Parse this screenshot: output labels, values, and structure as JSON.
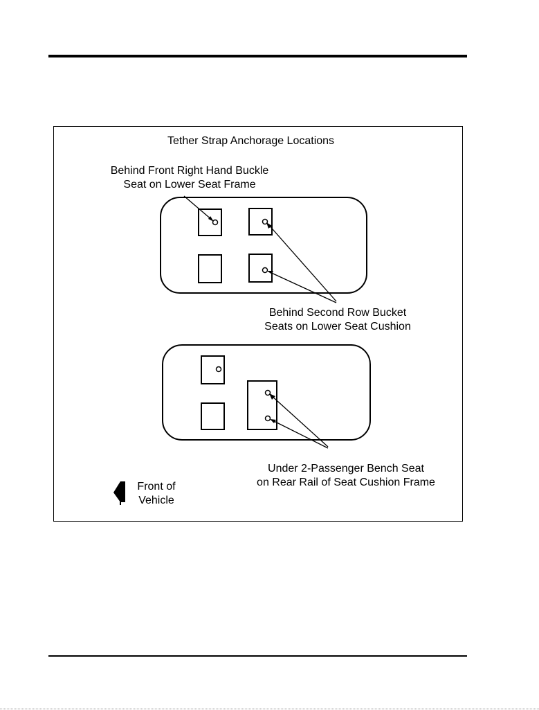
{
  "figure": {
    "title": "Tether Strap Anchorage Locations",
    "callouts": {
      "front_right": [
        "Behind Front Right Hand Buckle",
        "Seat on Lower Seat Frame"
      ],
      "second_row": [
        "Behind Second Row Bucket",
        "Seats on Lower Seat Cushion"
      ],
      "bench": [
        "Under 2-Passenger Bench Seat",
        "on Rear Rail of Seat Cushion Frame"
      ],
      "front_of_vehicle": [
        "Front of",
        "Vehicle"
      ]
    }
  }
}
